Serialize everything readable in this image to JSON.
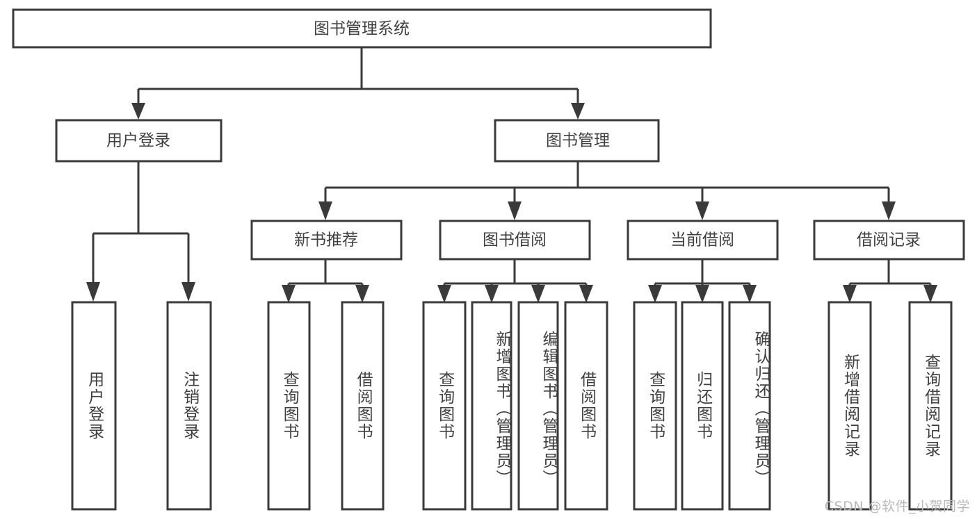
{
  "diagram": {
    "title": "图书管理系统",
    "type": "tree",
    "root": {
      "id": "root",
      "label": "图书管理系统",
      "orientation": "horizontal"
    },
    "level2": [
      {
        "id": "user-login",
        "label": "用户登录",
        "orientation": "horizontal"
      },
      {
        "id": "book-manage",
        "label": "图书管理",
        "orientation": "horizontal"
      }
    ],
    "level3": [
      {
        "id": "new-book-recommend",
        "label": "新书推荐",
        "orientation": "horizontal",
        "parent": "book-manage"
      },
      {
        "id": "book-borrow",
        "label": "图书借阅",
        "orientation": "horizontal",
        "parent": "book-manage"
      },
      {
        "id": "current-borrow",
        "label": "当前借阅",
        "orientation": "horizontal",
        "parent": "book-manage"
      },
      {
        "id": "borrow-record",
        "label": "借阅记录",
        "orientation": "horizontal",
        "parent": "book-manage"
      }
    ],
    "leaves": [
      {
        "id": "leaf-user-login",
        "label": "用户登录",
        "orientation": "vertical",
        "parent": "user-login"
      },
      {
        "id": "leaf-user-logout",
        "label": "注销登录",
        "orientation": "vertical",
        "parent": "user-login"
      },
      {
        "id": "leaf-query-book-1",
        "label": "查询图书",
        "orientation": "vertical",
        "parent": "new-book-recommend"
      },
      {
        "id": "leaf-borrow-book-1",
        "label": "借阅图书",
        "orientation": "vertical",
        "parent": "new-book-recommend"
      },
      {
        "id": "leaf-query-book-2",
        "label": "查询图书",
        "orientation": "vertical",
        "parent": "book-borrow"
      },
      {
        "id": "leaf-add-book",
        "label": "新增图书（管理员）",
        "orientation": "vertical",
        "parent": "book-borrow"
      },
      {
        "id": "leaf-edit-book",
        "label": "编辑图书（管理员）",
        "orientation": "vertical",
        "parent": "book-borrow"
      },
      {
        "id": "leaf-borrow-book-2",
        "label": "借阅图书",
        "orientation": "vertical",
        "parent": "book-borrow"
      },
      {
        "id": "leaf-query-book-3",
        "label": "查询图书",
        "orientation": "vertical",
        "parent": "current-borrow"
      },
      {
        "id": "leaf-return-book",
        "label": "归还图书",
        "orientation": "vertical",
        "parent": "current-borrow"
      },
      {
        "id": "leaf-confirm-return",
        "label": "确认归还（管理员）",
        "orientation": "vertical",
        "parent": "current-borrow"
      },
      {
        "id": "leaf-add-record",
        "label": "新增借阅记录",
        "orientation": "vertical",
        "parent": "borrow-record"
      },
      {
        "id": "leaf-query-record",
        "label": "查询借阅记录",
        "orientation": "vertical",
        "parent": "borrow-record"
      }
    ]
  },
  "watermark": {
    "text": "CSDN @软件_小贺同学"
  },
  "colors": {
    "stroke": "#3a3a3a",
    "box_fill": "#ffffff",
    "text": "#3f3f3f",
    "watermark": "#b9b9b9",
    "background": "#ffffff"
  }
}
